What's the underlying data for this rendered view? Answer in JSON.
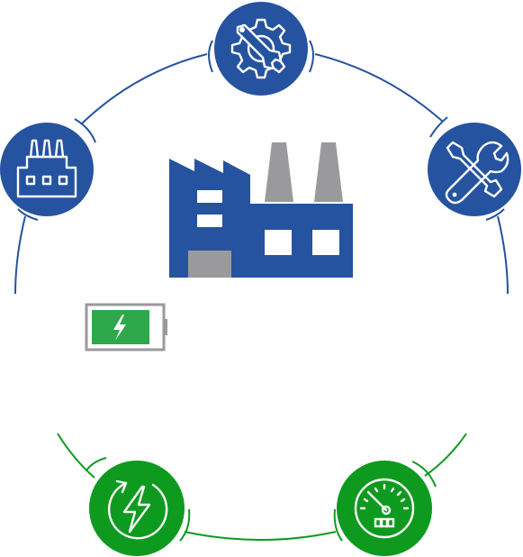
{
  "colors": {
    "blue": "#2553a0",
    "green": "#0e9a1f",
    "gray": "#9a9a9c",
    "battery_fill": "#2ea84a",
    "white": "#ffffff"
  },
  "nodes": [
    {
      "name": "gear-wrench-node",
      "icon": "gear-wrench-icon",
      "color": "blue"
    },
    {
      "name": "factory-node",
      "icon": "factory-icon",
      "color": "blue"
    },
    {
      "name": "tools-node",
      "icon": "wrench-screwdriver-icon",
      "color": "blue"
    },
    {
      "name": "energy-node",
      "icon": "power-bolt-icon",
      "color": "green"
    },
    {
      "name": "gauge-node",
      "icon": "speedometer-icon",
      "color": "green"
    }
  ],
  "center": {
    "icon": "factory-building-icon"
  },
  "battery": {
    "icon": "charging-battery-icon"
  }
}
